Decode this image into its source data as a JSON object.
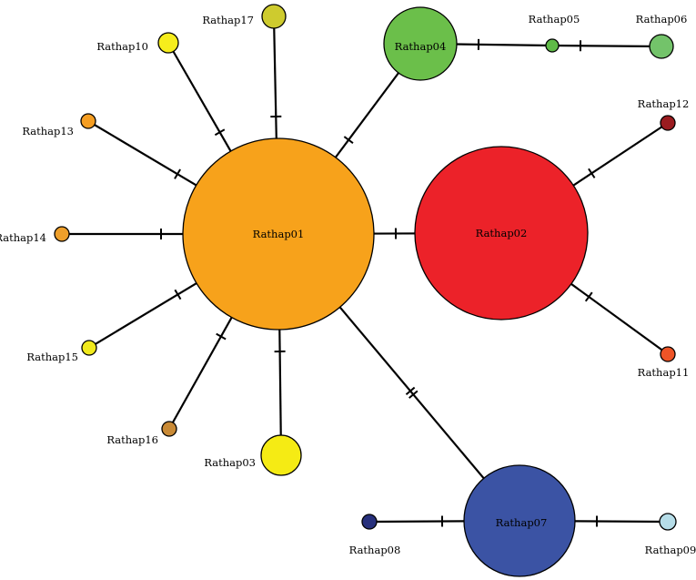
{
  "nodes": [
    {
      "id": "Rathap01",
      "label": "Rathap01",
      "color": "#F7A21B"
    },
    {
      "id": "Rathap02",
      "label": "Rathap02",
      "color": "#EC2229"
    },
    {
      "id": "Rathap03",
      "label": "Rathap03",
      "color": "#F5EB14"
    },
    {
      "id": "Rathap04",
      "label": "Rathap04",
      "color": "#6BBF4A"
    },
    {
      "id": "Rathap05",
      "label": "Rathap05",
      "color": "#5FBA47"
    },
    {
      "id": "Rathap06",
      "label": "Rathap06",
      "color": "#73C36A"
    },
    {
      "id": "Rathap07",
      "label": "Rathap07",
      "color": "#3B53A4"
    },
    {
      "id": "Rathap08",
      "label": "Rathap08",
      "color": "#27307C"
    },
    {
      "id": "Rathap09",
      "label": "Rathap09",
      "color": "#B6DDE8"
    },
    {
      "id": "Rathap10",
      "label": "Rathap10",
      "color": "#F6ED1C"
    },
    {
      "id": "Rathap11",
      "label": "Rathap11",
      "color": "#EE5427"
    },
    {
      "id": "Rathap12",
      "label": "Rathap12",
      "color": "#9B1C20"
    },
    {
      "id": "Rathap13",
      "label": "Rathap13",
      "color": "#F59E23"
    },
    {
      "id": "Rathap14",
      "label": "Rathap14",
      "color": "#EE9F2B"
    },
    {
      "id": "Rathap15",
      "label": "Rathap15",
      "color": "#F1EA1D"
    },
    {
      "id": "Rathap16",
      "label": "Rathap16",
      "color": "#C98A36"
    },
    {
      "id": "Rathap17",
      "label": "Rathap17",
      "color": "#CECB2E"
    }
  ],
  "edges": [
    {
      "from": "Rathap01",
      "to": "Rathap02",
      "mutations": 1
    },
    {
      "from": "Rathap01",
      "to": "Rathap03",
      "mutations": 1
    },
    {
      "from": "Rathap01",
      "to": "Rathap04",
      "mutations": 1
    },
    {
      "from": "Rathap04",
      "to": "Rathap05",
      "mutations": 1
    },
    {
      "from": "Rathap05",
      "to": "Rathap06",
      "mutations": 1
    },
    {
      "from": "Rathap01",
      "to": "Rathap07",
      "mutations": 2
    },
    {
      "from": "Rathap07",
      "to": "Rathap08",
      "mutations": 1
    },
    {
      "from": "Rathap07",
      "to": "Rathap09",
      "mutations": 1
    },
    {
      "from": "Rathap01",
      "to": "Rathap10",
      "mutations": 1
    },
    {
      "from": "Rathap02",
      "to": "Rathap11",
      "mutations": 1
    },
    {
      "from": "Rathap02",
      "to": "Rathap12",
      "mutations": 1
    },
    {
      "from": "Rathap01",
      "to": "Rathap13",
      "mutations": 1
    },
    {
      "from": "Rathap01",
      "to": "Rathap14",
      "mutations": 1
    },
    {
      "from": "Rathap01",
      "to": "Rathap15",
      "mutations": 1
    },
    {
      "from": "Rathap01",
      "to": "Rathap16",
      "mutations": 1
    },
    {
      "from": "Rathap01",
      "to": "Rathap17",
      "mutations": 1
    }
  ]
}
